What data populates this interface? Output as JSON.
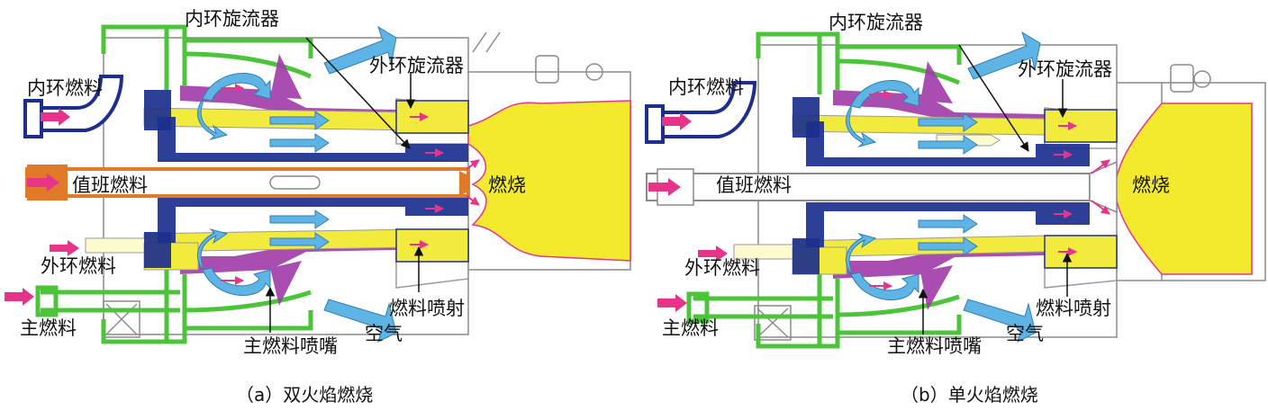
{
  "panels": [
    {
      "labels": {
        "inner_swirler": "内环旋流器",
        "outer_swirler": "外环旋流器",
        "inner_fuel": "内环燃料",
        "pilot_fuel": "值班燃料",
        "combustion": "燃烧",
        "outer_fuel": "外环燃料",
        "main_fuel": "主燃料",
        "main_nozzle": "主燃料喷嘴",
        "air": "空气",
        "fuel_injection": "燃料喷射"
      },
      "caption": "（a）双火焰燃烧"
    },
    {
      "labels": {
        "inner_swirler": "内环旋流器",
        "outer_swirler": "外环旋流器",
        "inner_fuel": "内环燃料",
        "pilot_fuel": "值班燃料",
        "combustion": "燃烧",
        "outer_fuel": "外环燃料",
        "main_fuel": "主燃料",
        "main_nozzle": "主燃料喷嘴",
        "air": "空气",
        "fuel_injection": "燃料喷射"
      },
      "caption": "（b）单火焰燃烧"
    }
  ],
  "colors": {
    "outline": "#8a8a8a",
    "green": "#4cc43a",
    "navy": "#1c2f8e",
    "purple": "#a13aa8",
    "yellow": "#f2ea3c",
    "orange": "#e07a2a",
    "pink": "#e8338a",
    "lightblue": "#5fb4e6",
    "flame": "#f3ea2e",
    "flame_edge": "#e8338a"
  }
}
